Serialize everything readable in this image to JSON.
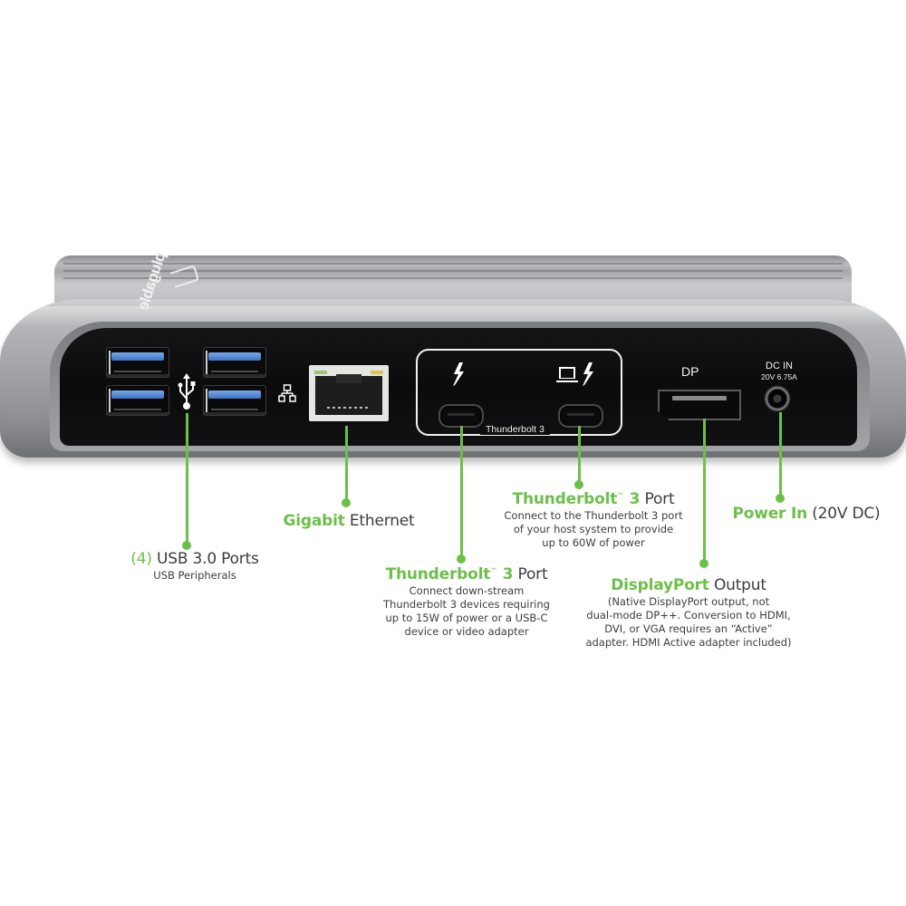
{
  "device": {
    "brand_logo": "plugable",
    "colors": {
      "callout_green": "#6cc04a",
      "text_gray": "#3d3d3f",
      "panel_black": "#0d0d0e",
      "shell_silver": "#a7a8ab"
    },
    "port_labels": {
      "thunderbolt_group": "Thunderbolt 3",
      "displayport": "DP",
      "dc_in": "DC IN",
      "dc_rating": "20V 6.75A"
    },
    "icons": [
      "usb-icon",
      "network-icon",
      "thunderbolt-icon",
      "laptop-icon",
      "thunderbolt-icon"
    ]
  },
  "callouts": {
    "usb": {
      "prefix": "(4)",
      "title": "USB 3.0 Ports",
      "desc": "USB Peripherals"
    },
    "ethernet": {
      "highlight": "Gigabit",
      "title": "Ethernet"
    },
    "tb_downstream": {
      "highlight": "Thunderbolt",
      "tm": "™",
      "num": " 3",
      "title": " Port",
      "desc": [
        "Connect down-stream",
        "Thunderbolt 3 devices requiring",
        "up to 15W of power or a USB-C",
        "device or video adapter"
      ]
    },
    "tb_host": {
      "highlight": "Thunderbolt",
      "tm": "™",
      "num": " 3",
      "title": " Port",
      "desc": [
        "Connect to the Thunderbolt 3 port",
        "of your host system to provide",
        "up to 60W of power"
      ]
    },
    "displayport": {
      "highlight": "DisplayPort",
      "title": " Output",
      "desc": [
        "(Native DisplayPort output, not",
        "dual-mode DP++. Conversion to HDMI,",
        "DVI, or VGA requires an “Active”",
        "adapter. HDMI Active adapter included)"
      ]
    },
    "power": {
      "highlight": "Power In",
      "title": " (20V DC)"
    }
  }
}
